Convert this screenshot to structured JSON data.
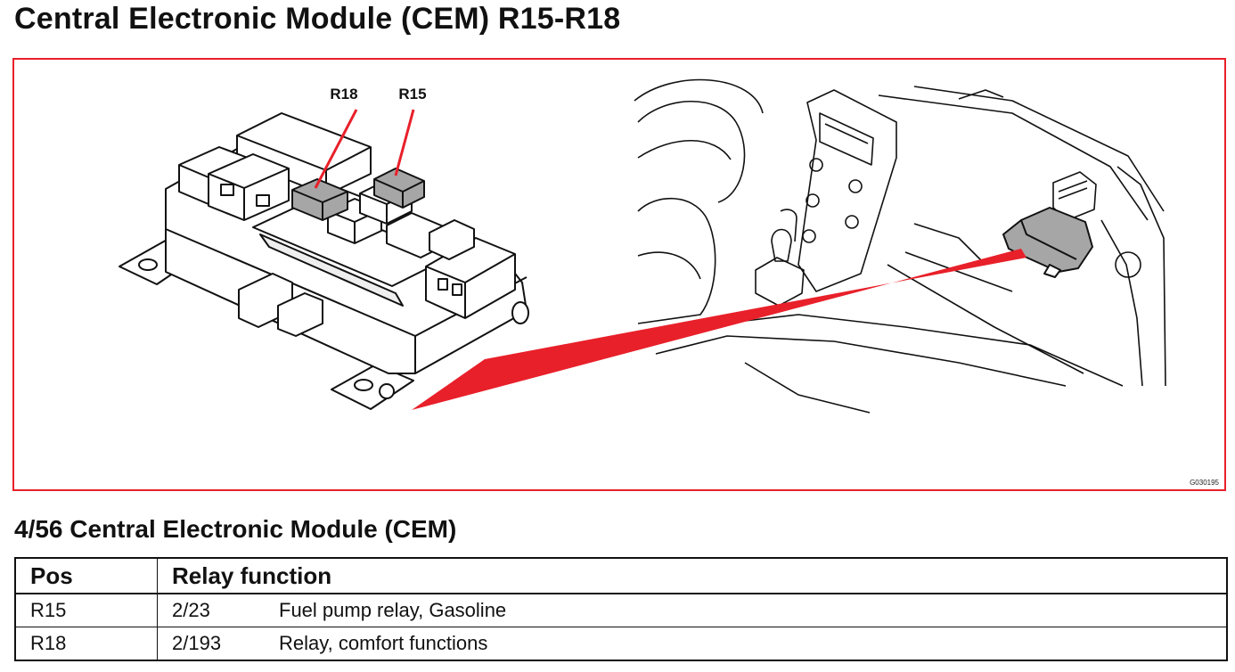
{
  "title": "Central Electronic Module (CEM) R15-R18",
  "diagram": {
    "callouts": [
      "R18",
      "R15"
    ],
    "figure_code": "G030195",
    "colors": {
      "frame": "#e8202a",
      "pointer": "#e8202a",
      "highlight_relay": "#a6a6a6",
      "line": "#111111"
    }
  },
  "section_title": "4/56 Central Electronic Module (CEM)",
  "table": {
    "headers": [
      "Pos",
      "Relay function"
    ],
    "rows": [
      {
        "pos": "R15",
        "code": "2/23",
        "function": "Fuel pump relay, Gasoline"
      },
      {
        "pos": "R18",
        "code": "2/193",
        "function": "Relay, comfort functions"
      }
    ]
  }
}
